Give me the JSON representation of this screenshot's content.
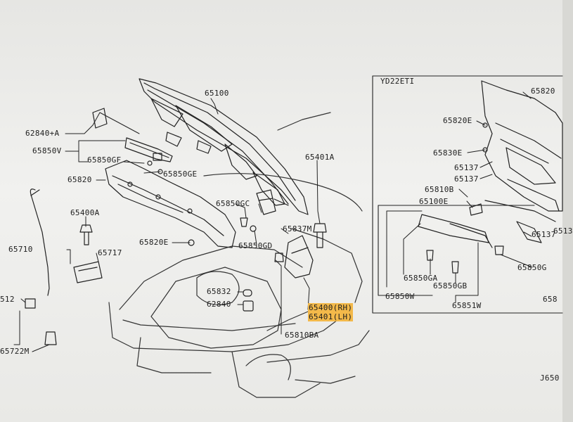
{
  "image": {
    "highlight_color": "#f3b94a",
    "line_color": "#222222"
  },
  "inset": {
    "title": "YD22ETI",
    "labels": {
      "p65820": "65820",
      "p65820E": "65820E",
      "p65830E": "65830E",
      "p65137a": "65137",
      "p65137b": "65137",
      "p65810B": "65810B",
      "p65100E": "65100E",
      "p65137c": "65137",
      "p65850G": "65850G",
      "p65850GA": "65850GA",
      "p65850GB": "65850GB",
      "p65850W": "65850W",
      "p65851W": "65851W",
      "p6513cut": "6513",
      "p658cut": "658"
    }
  },
  "labels": {
    "p65100": "65100",
    "p62840A": "62840+A",
    "p65850V": "65850V",
    "p65850GF": "65850GF",
    "p65850GE": "65850GE",
    "p65820": "65820",
    "p65401A": "65401A",
    "p65400A": "65400A",
    "p65850GC": "65850GC",
    "p65837M": "65837M",
    "p65710": "65710",
    "p65717": "65717",
    "p65820E": "65820E",
    "p65850GD": "65850GD",
    "p512": "512",
    "p65832": "65832",
    "p62840": "62840",
    "p65400RH": "65400(RH)",
    "p65401LH": "65401(LH)",
    "p65810BA": "65810BA",
    "p65722M": "65722M",
    "pJ650": "J650"
  }
}
